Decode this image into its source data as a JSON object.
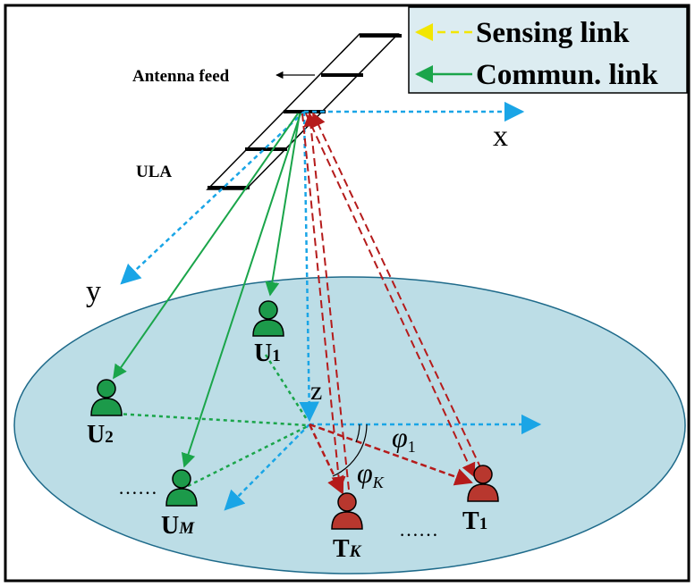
{
  "legend": {
    "sensing_label": "Sensing link",
    "commun_label": "Commun. link",
    "colors": {
      "sensing": "#f2e600",
      "commun": "#1aa54a",
      "background": "#dcecf1"
    }
  },
  "labels": {
    "antenna_feed": "Antenna feed",
    "ula": "ULA",
    "axis_x": "x",
    "axis_y": "y",
    "axis_z": "z"
  },
  "users": [
    {
      "base": "U",
      "sub": "1"
    },
    {
      "base": "U",
      "sub": "2"
    },
    {
      "base": "U",
      "sub": "M"
    }
  ],
  "targets": [
    {
      "base": "T",
      "sub": "1"
    },
    {
      "base": "T",
      "sub": "K"
    }
  ],
  "angles": [
    {
      "base": "φ",
      "sub": "1"
    },
    {
      "base": "φ",
      "sub": "K"
    }
  ],
  "ellipsis": {
    "users": "……",
    "targets": "……"
  },
  "colors": {
    "ground": "#bcdde6",
    "axis": "#1aa5e6",
    "commun": "#1aa54a",
    "sensing": "#b51b1b",
    "user_fill": "#1c9a4a",
    "target_fill": "#b8372e"
  }
}
